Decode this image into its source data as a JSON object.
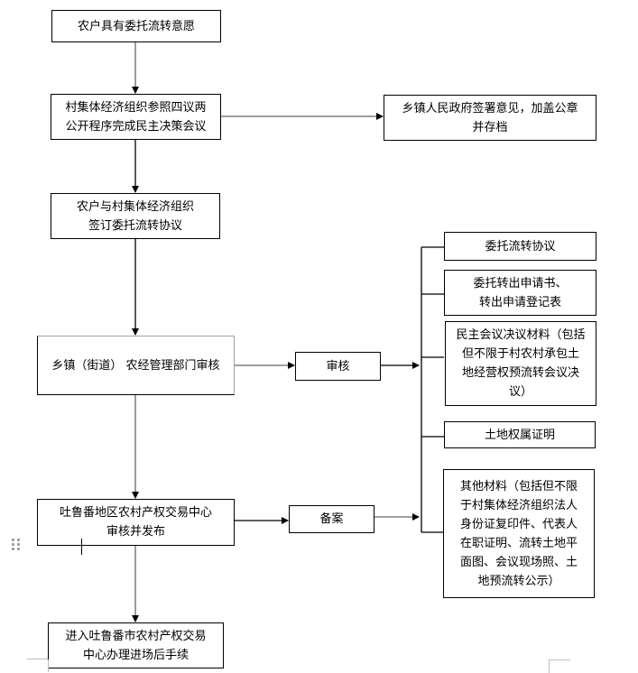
{
  "flowchart": {
    "main_steps": [
      {
        "id": "step1",
        "lines": [
          "农户具有委托流转意愿"
        ]
      },
      {
        "id": "step2",
        "lines": [
          "村集体经济组织参照四议两",
          "公开程序完成民主决策会议"
        ]
      },
      {
        "id": "step3",
        "lines": [
          "农户与村集体经济组织",
          "签订委托流转协议"
        ]
      },
      {
        "id": "step4",
        "lines": [
          "乡镇（街道） 农经管理部门审核"
        ]
      },
      {
        "id": "step5",
        "lines": [
          "吐鲁番地区农村产权交易中心",
          "审核并发布"
        ]
      },
      {
        "id": "step6",
        "lines": [
          "进入吐鲁番市农村产权交易",
          "中心办理进场后手续"
        ]
      }
    ],
    "side_note": {
      "lines": [
        "乡镇人民政府签署意见，加盖公章",
        "并存档"
      ]
    },
    "review_label": "审核",
    "filing_label": "备案",
    "documents": [
      {
        "lines": [
          "委托流转协议"
        ]
      },
      {
        "lines": [
          "委托转出申请书、",
          "转出申请登记表"
        ]
      },
      {
        "lines": [
          "民主会议决议材料（包括",
          "但不限于村农村承包土",
          "地经营权预流转会议决",
          "议）"
        ]
      },
      {
        "lines": [
          "土地权属证明"
        ]
      },
      {
        "lines": [
          "其他材料（包括但不限",
          "于村集体经济组织法人",
          "身份证复印件、代表人",
          "在职证明、流转土地平",
          "面图、会议现场照、土",
          "地预流转公示）"
        ]
      }
    ]
  },
  "colors": {
    "line": "#000000",
    "line_gray": "#808080",
    "box_border": "#000000",
    "page_corner": "#bdbdbd"
  }
}
